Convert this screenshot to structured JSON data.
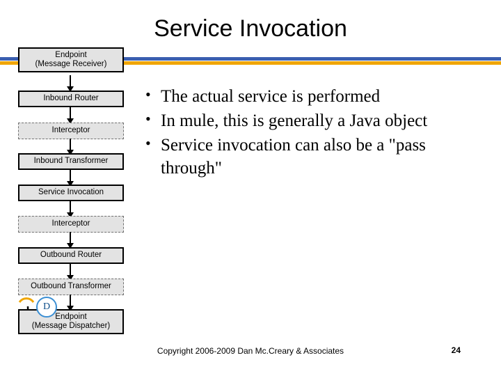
{
  "slide": {
    "title": "Service Invocation",
    "copyright": "Copyright 2006-2009 Dan Mc.Creary & Associates",
    "page_number": "24",
    "rule_colors": {
      "blue": "#3b5fb0",
      "gold": "#f0a500"
    }
  },
  "flow": {
    "nodes": [
      {
        "label": "Endpoint",
        "label2": "(Message Receiver)",
        "style": "solid"
      },
      {
        "label": "Inbound Router",
        "style": "solid"
      },
      {
        "label": "Interceptor",
        "style": "dashed"
      },
      {
        "label": "Inbound Transformer",
        "style": "solid"
      },
      {
        "label": "Service Invocation",
        "style": "solid"
      },
      {
        "label": "Interceptor",
        "style": "dashed"
      },
      {
        "label": "Outbound Router",
        "style": "solid"
      },
      {
        "label": "Outbound Transformer",
        "style": "dashed"
      },
      {
        "label": "Endpoint",
        "label2": "(Message Dispatcher)",
        "style": "solid"
      }
    ],
    "dispatch_marker": "D"
  },
  "body": {
    "bullets": [
      "The actual service is performed",
      "In mule, this is generally a Java object",
      "Service invocation can also be a \"pass through\""
    ]
  }
}
